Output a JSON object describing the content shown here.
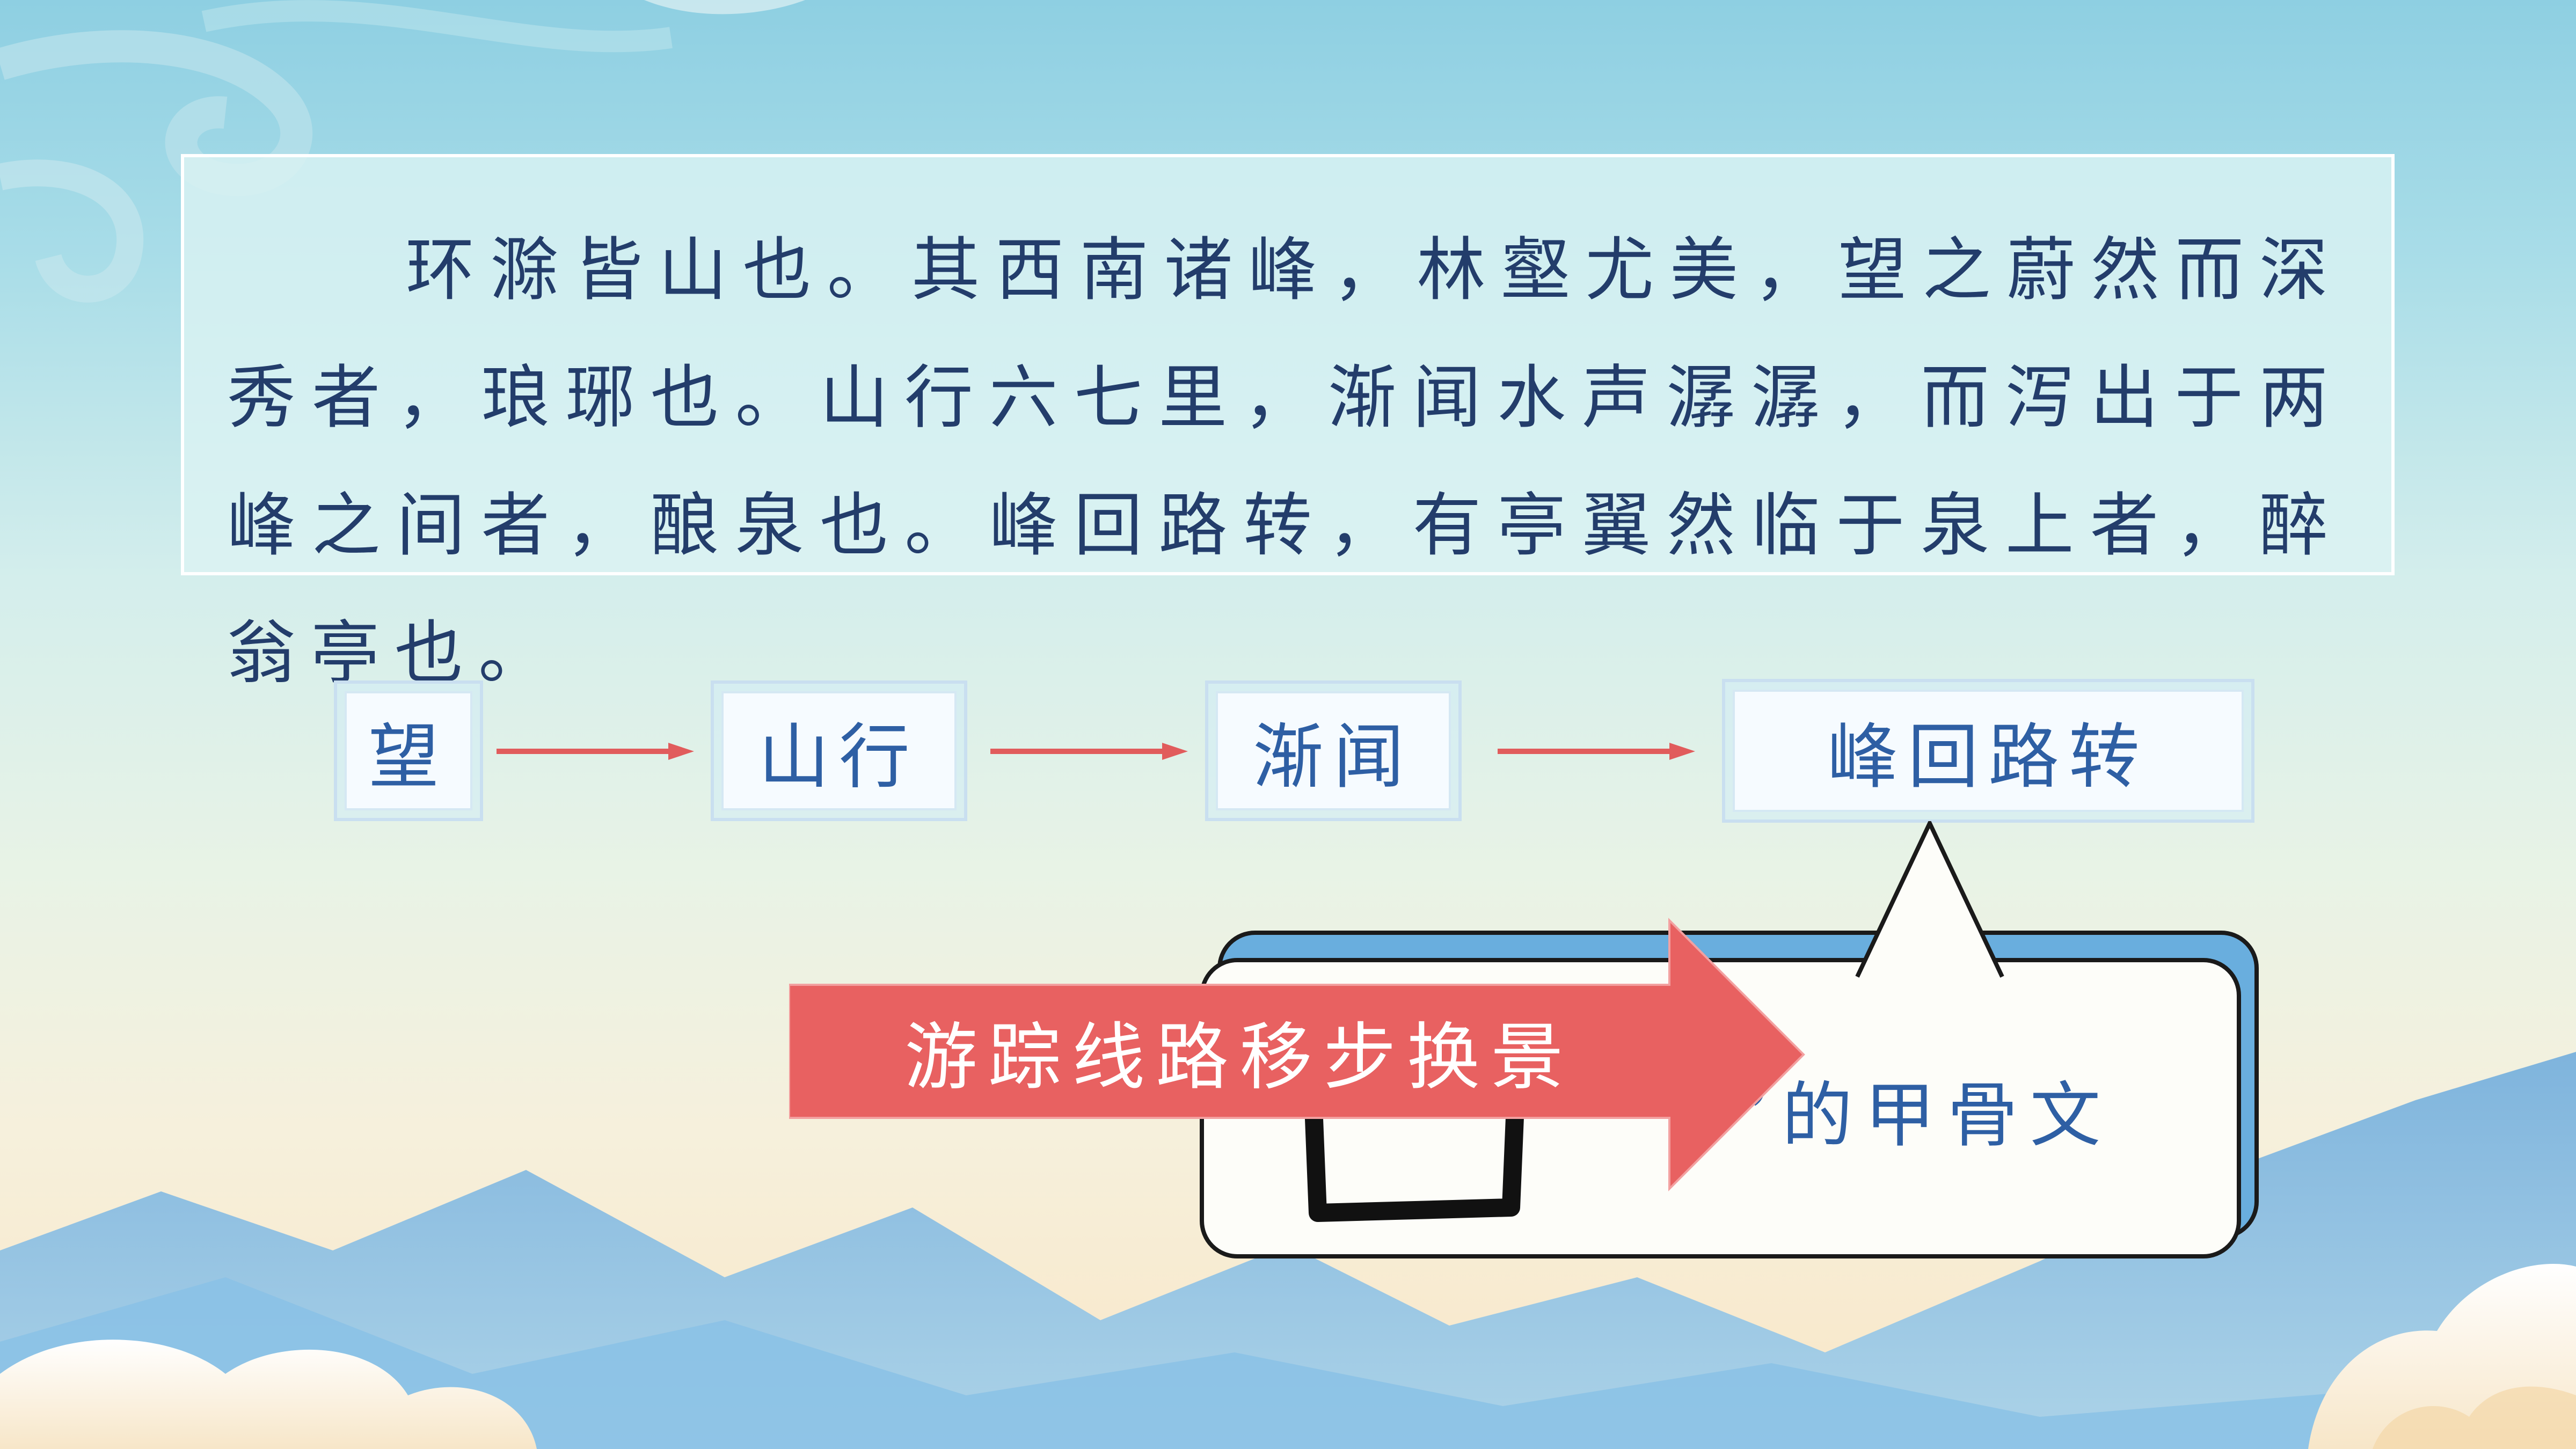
{
  "poem": {
    "text": "环滁皆山也。其西南诸峰，林壑尤美，望之蔚然而深秀者，琅琊也。山行六七里，渐闻水声潺潺，而泻出于两峰之间者，酿泉也。峰回路转，有亭翼然临于泉上者，醉翁亭也。"
  },
  "flow": {
    "steps": [
      "望",
      "山行",
      "渐闻",
      "峰回路转"
    ]
  },
  "bubble": {
    "text": "”的甲骨文"
  },
  "banner": {
    "text": "游踪线路移步换景"
  },
  "colors": {
    "text_blue": "#2e5fa4",
    "poem_text": "#233d6b",
    "arrow_red": "#e15c5c",
    "banner_red": "#e86161",
    "bubble_blue": "#69aede"
  }
}
